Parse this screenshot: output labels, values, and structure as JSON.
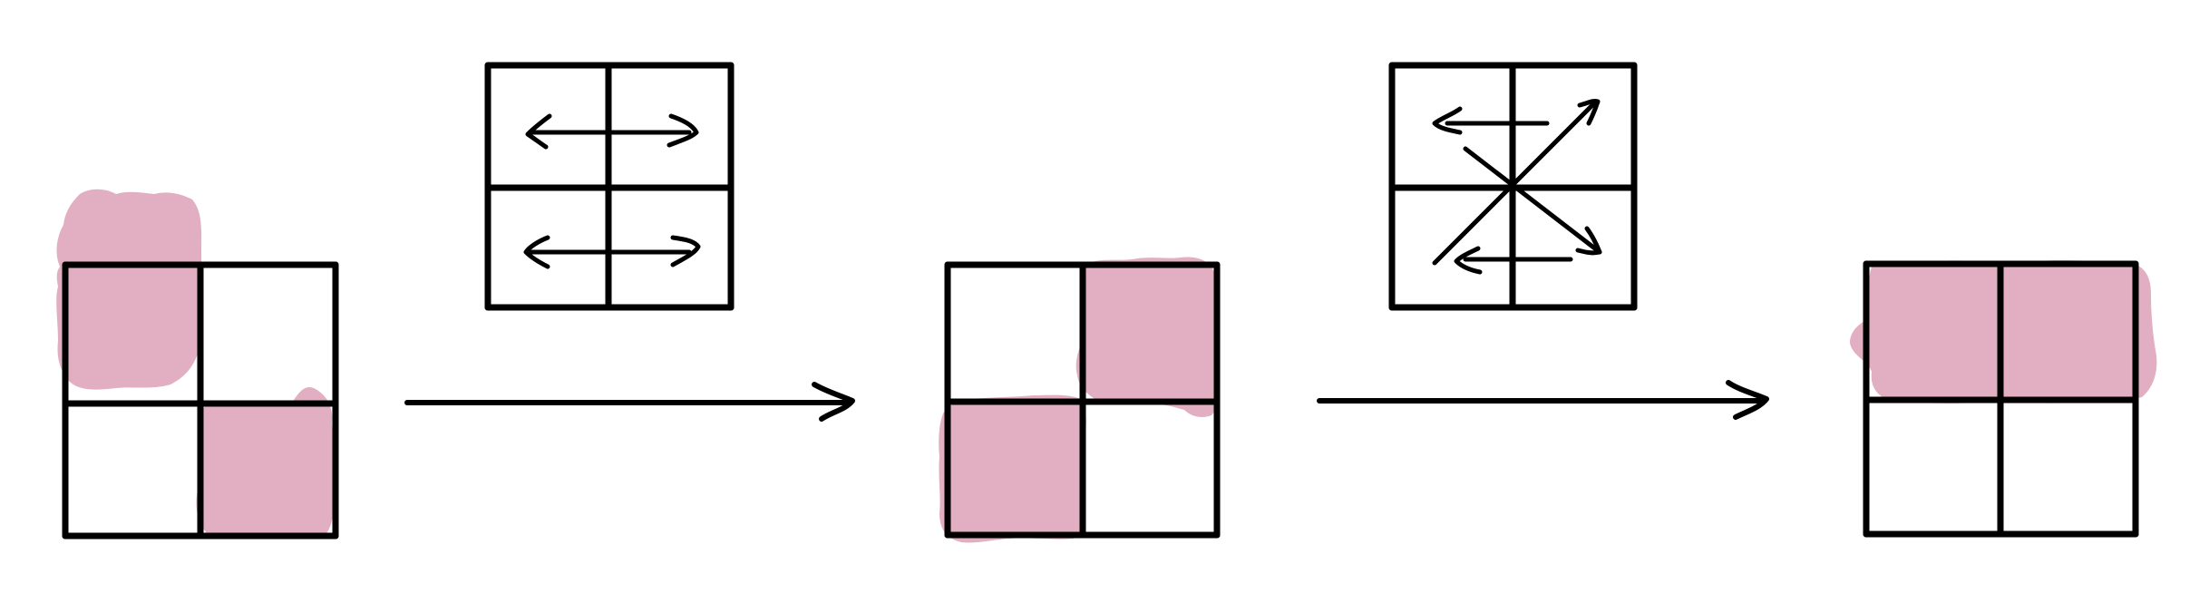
{
  "colors": {
    "fill": "#e2afc2",
    "line": "#000000",
    "background": "#ffffff"
  },
  "states": [
    {
      "name": "state-1",
      "cells": [
        [
          1,
          0
        ],
        [
          0,
          1
        ]
      ]
    },
    {
      "name": "state-2",
      "cells": [
        [
          0,
          1
        ],
        [
          1,
          0
        ]
      ]
    },
    {
      "name": "state-3",
      "cells": [
        [
          1,
          1
        ],
        [
          0,
          0
        ]
      ]
    }
  ],
  "transforms": [
    {
      "name": "horizontal-swap",
      "description_icons": [
        "left-right-arrow-icon",
        "left-right-arrow-icon"
      ]
    },
    {
      "name": "diagonal-swap",
      "description_icons": [
        "left-arrow-icon",
        "diagonal-arrow-icon",
        "diagonal-arrow-icon",
        "left-arrow-icon"
      ]
    }
  ]
}
